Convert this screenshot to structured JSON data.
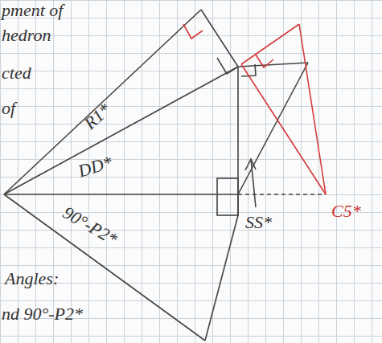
{
  "diagram": {
    "labels": [
      "pment of",
      "hedron",
      "cted",
      "of",
      "R1*",
      "DD*",
      "90°-P2*",
      "SS*",
      "C5*",
      "Angles:",
      "nd 90°-P2*"
    ]
  }
}
